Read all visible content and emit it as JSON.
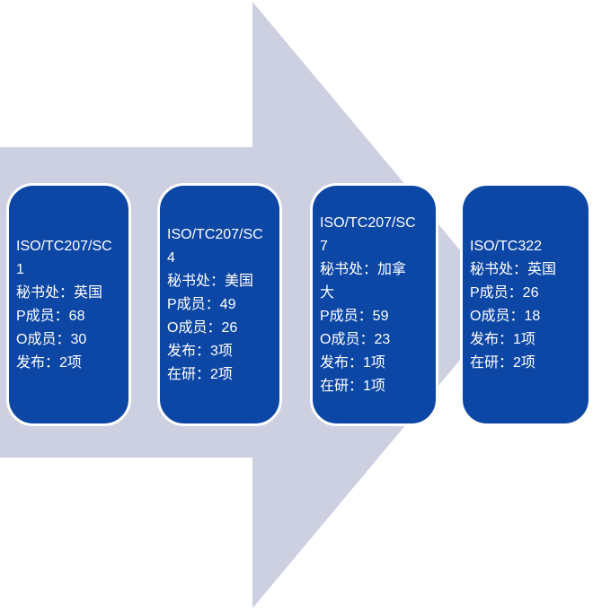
{
  "diagram_type": "right-arrow-process",
  "colors": {
    "arrow": "#CCD0E0",
    "card_fill": "#0D47A5",
    "card_border": "#FFFFFF",
    "text": "#FFFFFF",
    "background": "#FFFFFF"
  },
  "cards": [
    {
      "title": "ISO/TC207/SC1",
      "lines": [
        "ISO/TC207/SC",
        "1",
        "秘书处：英国",
        "P成员：68",
        "O成员：30",
        "发布：2项"
      ]
    },
    {
      "title": "ISO/TC207/SC4",
      "lines": [
        "ISO/TC207/SC",
        "4",
        "秘书处：美国",
        "P成员：49",
        "O成员：26",
        "发布：3项",
        "在研：2项"
      ]
    },
    {
      "title": "ISO/TC207/SC7",
      "lines": [
        "ISO/TC207/SC",
        "7",
        "秘书处：加拿",
        "大",
        "P成员：59",
        "O成员：23",
        "发布：1项",
        "在研：1项"
      ]
    },
    {
      "title": "ISO/TC322",
      "lines": [
        "ISO/TC322",
        "秘书处：英国",
        "P成员：26",
        "O成员：18",
        "发布：1项",
        "在研：2项"
      ]
    }
  ]
}
